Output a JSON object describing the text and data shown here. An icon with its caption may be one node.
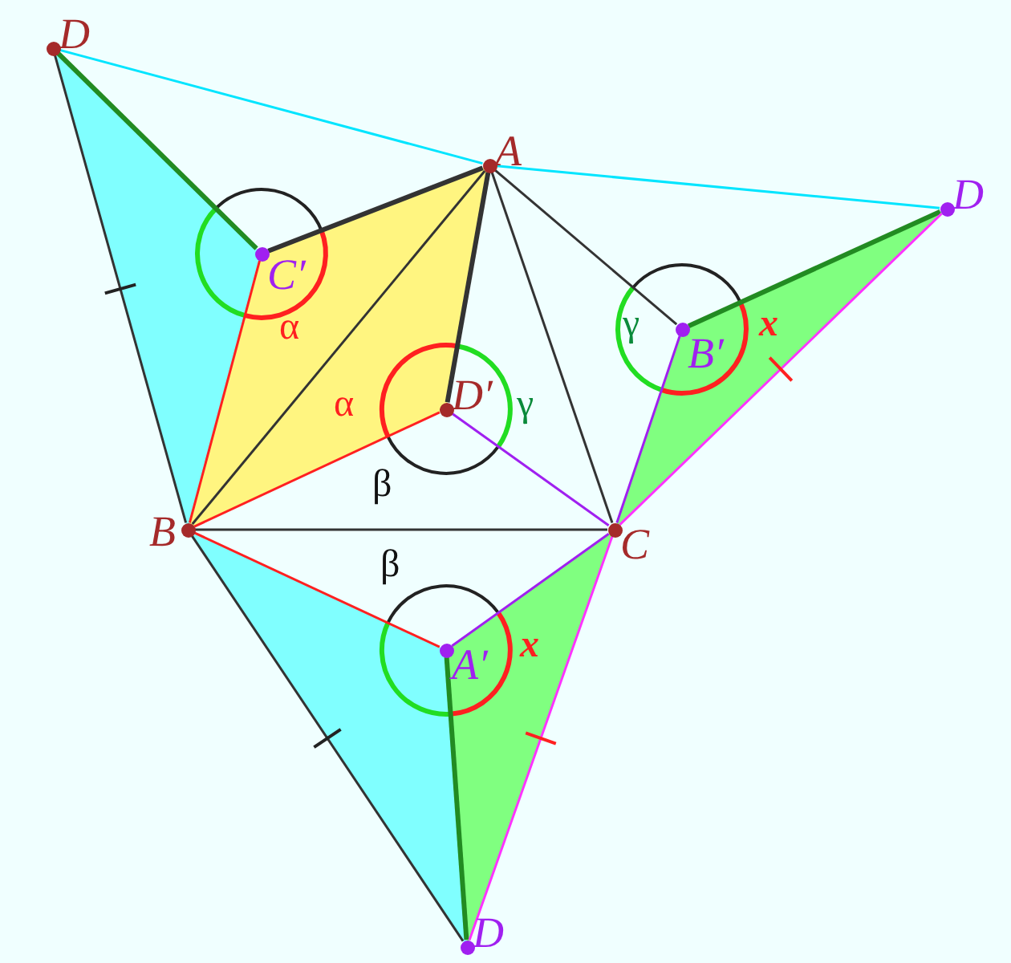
{
  "diagram": {
    "nodes": [
      {
        "text": [
          "D"
        ]
      },
      {
        "text": [
          "A"
        ]
      },
      {
        "text": [
          "D"
        ]
      },
      {
        "text": [
          "C′"
        ]
      },
      {
        "text": [
          "B′"
        ]
      },
      {
        "text": [
          "D′"
        ]
      },
      {
        "text": [
          "B"
        ]
      },
      {
        "text": [
          "C"
        ]
      },
      {
        "text": [
          "A′"
        ]
      },
      {
        "text": [
          "D"
        ]
      }
    ],
    "edges": [
      {
        "from": 0,
        "to": 1,
        "arrow": "none",
        "color": "#00e5ff"
      },
      {
        "from": 1,
        "to": 2,
        "arrow": "none",
        "color": "#00e5ff"
      },
      {
        "from": 0,
        "to": 3,
        "arrow": "none",
        "color": "#228b22",
        "style": "thick"
      },
      {
        "from": 0,
        "to": 6,
        "arrow": "none"
      },
      {
        "from": 3,
        "to": 1,
        "arrow": "none",
        "style": "thick"
      },
      {
        "from": 3,
        "to": 6,
        "arrow": "none",
        "color": "#ff2020"
      },
      {
        "from": 1,
        "to": 6,
        "arrow": "none"
      },
      {
        "from": 1,
        "to": 5,
        "arrow": "none",
        "style": "thick"
      },
      {
        "from": 1,
        "to": 7,
        "arrow": "none"
      },
      {
        "from": 1,
        "to": 4,
        "arrow": "none"
      },
      {
        "from": 5,
        "to": 6,
        "arrow": "none",
        "color": "#ff2020"
      },
      {
        "from": 5,
        "to": 7,
        "arrow": "none",
        "color": "#a020f0"
      },
      {
        "from": 6,
        "to": 7,
        "arrow": "none"
      },
      {
        "from": 4,
        "to": 2,
        "arrow": "none",
        "color": "#228b22",
        "style": "thick"
      },
      {
        "from": 4,
        "to": 7,
        "arrow": "none",
        "color": "#a020f0"
      },
      {
        "from": 7,
        "to": 2,
        "arrow": "none",
        "color": "#ff33ff"
      },
      {
        "from": 6,
        "to": 8,
        "arrow": "none",
        "color": "#ff2020"
      },
      {
        "from": 8,
        "to": 7,
        "arrow": "none",
        "color": "#a020f0"
      },
      {
        "from": 8,
        "to": 9,
        "arrow": "none",
        "color": "#228b22",
        "style": "thick"
      },
      {
        "from": 6,
        "to": 9,
        "arrow": "none"
      },
      {
        "from": 7,
        "to": 9,
        "arrow": "none",
        "color": "#ff33ff"
      }
    ],
    "labels": [
      "α",
      "γ",
      "x",
      "α",
      "γ",
      "β",
      "β",
      "x"
    ]
  }
}
